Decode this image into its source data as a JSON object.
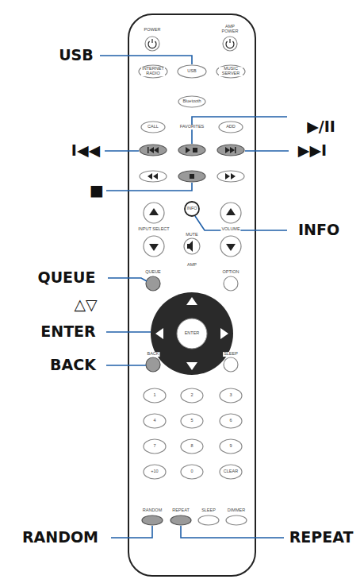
{
  "diagram": {
    "labels": [
      "USB",
      "▶/II",
      "I◀◀",
      "▶▶I",
      "■",
      "INFO",
      "QUEUE",
      "△▽",
      "ENTER",
      "BACK",
      "RANDOM",
      "REPEAT",
      "POWER",
      "AMP POWER",
      "INTERNET RADIO",
      "USB",
      "MUSIC SERVER",
      "Bluetooth",
      "CALL",
      "FAVORITES",
      "ADD",
      "INFO",
      "INPUT SELECT",
      "MUTE",
      "VOLUME",
      "AMP",
      "QUEUE",
      "OPTION",
      "ENTER",
      "BACK",
      "SLEEP",
      "1",
      "2",
      "3",
      "4",
      "5",
      "6",
      "7",
      "8",
      "9",
      "+10",
      "0",
      "CLEAR",
      "RANDOM",
      "REPEAT",
      "SLEEP",
      "DIMMER"
    ]
  }
}
